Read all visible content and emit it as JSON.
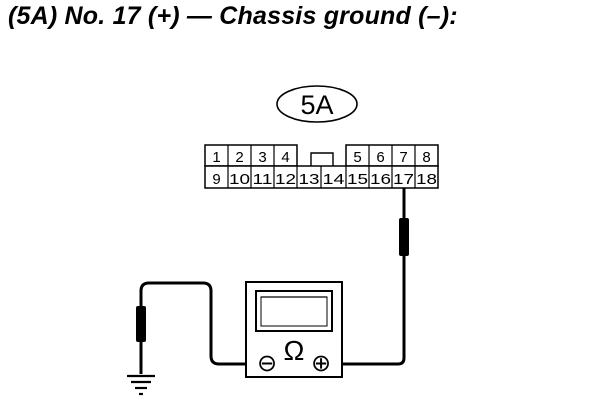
{
  "title": "(5A) No. 17 (+) — Chassis ground (–):",
  "connector": {
    "label": "5A",
    "top_row_left": [
      "1",
      "2",
      "3",
      "4"
    ],
    "top_row_right": [
      "5",
      "6",
      "7",
      "8"
    ],
    "bottom_row": [
      "9",
      "10",
      "11",
      "12",
      "13",
      "14",
      "15",
      "16",
      "17",
      "18"
    ]
  },
  "meter": {
    "symbol": "Ω",
    "negative_terminal": "⊖",
    "positive_terminal": "⊕"
  },
  "icons": [
    "ohmmeter-icon",
    "chassis-ground-icon",
    "test-probe-icon"
  ]
}
